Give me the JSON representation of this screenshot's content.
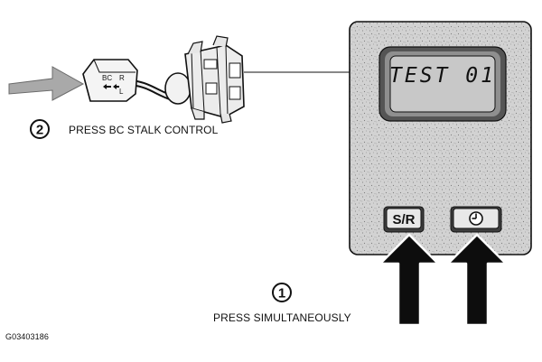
{
  "labels": {
    "step2_number": "2",
    "step2_text": "PRESS BC STALK CONTROL",
    "step1_number": "1",
    "step1_text": "PRESS SIMULTANEOUSLY",
    "figure_ref": "G03403186"
  },
  "display": {
    "text": "TEST 01"
  },
  "buttons": {
    "sr_label": "S/R",
    "clock_icon": "clock-icon"
  },
  "stalk": {
    "bc_label": "BC",
    "r_label": "R",
    "l_label": "L",
    "arrows_icon": "double-arrow-icon"
  },
  "colors": {
    "panel_fill": "#cfcfcf",
    "lcd_fill": "#c8c8c8",
    "arrow_gray": "#a9a9a9",
    "ink": "#111111"
  }
}
